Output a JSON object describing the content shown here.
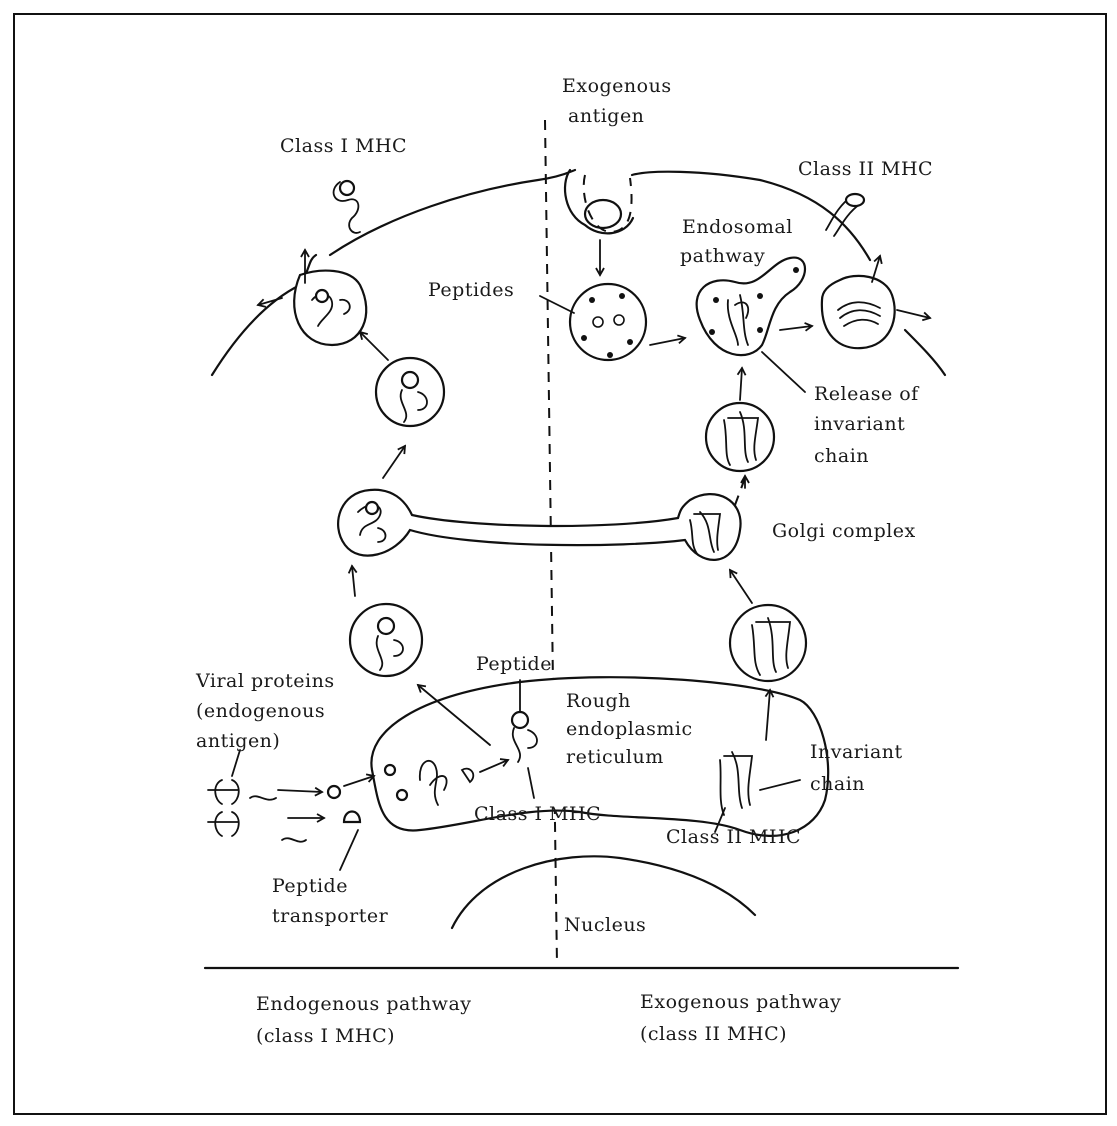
{
  "labels": {
    "exogenous_antigen_1": "Exogenous",
    "exogenous_antigen_2": "antigen",
    "class1_mhc_top": "Class I MHC",
    "class2_mhc_top": "Class II MHC",
    "endosomal_1": "Endosomal",
    "endosomal_2": "pathway",
    "peptides": "Peptides",
    "release_1": "Release of",
    "release_2": "invariant",
    "release_3": "chain",
    "golgi": "Golgi complex",
    "peptide": "Peptide",
    "viral_1": "Viral proteins",
    "viral_2": "(endogenous",
    "viral_3": "antigen)",
    "rough_1": "Rough",
    "rough_2": "endoplasmic",
    "rough_3": "reticulum",
    "invariant_1": "Invariant",
    "invariant_2": "chain",
    "class1_mhc_er": "Class I MHC",
    "class2_mhc_er": "Class II MHC",
    "transporter_1": "Peptide",
    "transporter_2": "transporter",
    "nucleus": "Nucleus",
    "endo_footer_1": "Endogenous pathway",
    "endo_footer_2": "(class I MHC)",
    "exo_footer_1": "Exogenous pathway",
    "exo_footer_2": "(class II MHC)"
  }
}
